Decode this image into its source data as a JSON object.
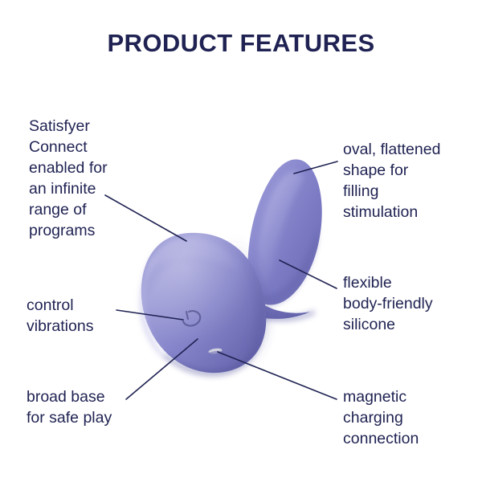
{
  "header": {
    "title": "PRODUCT FEATURES"
  },
  "colors": {
    "background": "#ffffff",
    "text_navy": "#1f2252",
    "leader_line": "#1f2252",
    "product_light": "#9a99d6",
    "product_mid": "#7e7dc6",
    "product_dark": "#6968b0",
    "product_shadow": "#5d5ca3",
    "charging_contact": "#d8d8e2"
  },
  "callouts": [
    {
      "id": "connect",
      "side": "left",
      "text": "Satisfyer\nConnect\nenabled for\nan infinite\nrange of\nprograms"
    },
    {
      "id": "oval",
      "side": "right",
      "text": "oval, flattened\nshape for\nfilling\nstimulation"
    },
    {
      "id": "control",
      "side": "left",
      "text": "control\nvibrations"
    },
    {
      "id": "flexible",
      "side": "right",
      "text": "flexible\nbody-friendly\nsilicone"
    },
    {
      "id": "broadbase",
      "side": "left",
      "text": "broad base\nfor safe play"
    },
    {
      "id": "magnetic",
      "side": "right",
      "text": "magnetic\ncharging\nconnection"
    }
  ],
  "product": {
    "name": "silicone-plug-product-photo",
    "icons": {
      "power_button": "power-icon",
      "charging_port": "magnetic-charging-contact"
    }
  }
}
